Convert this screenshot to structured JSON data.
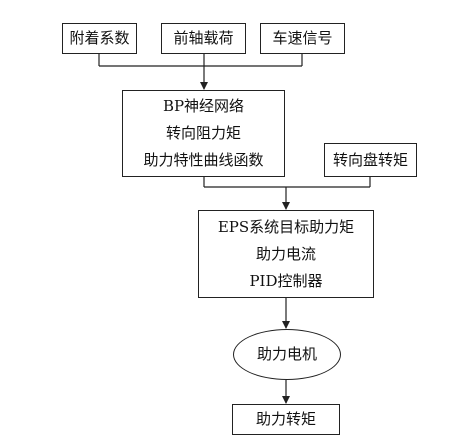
{
  "nodes": {
    "adhesion": {
      "label": "附着系数"
    },
    "front_axle_load": {
      "label": "前轴载荷"
    },
    "speed_signal": {
      "label": "车速信号"
    },
    "bp_network": {
      "lines": [
        "BP神经网络",
        "转向阻力矩",
        "助力特性曲线函数"
      ]
    },
    "steering_torque": {
      "label": "转向盘转矩"
    },
    "eps_target": {
      "lines": [
        "EPS系统目标助力矩",
        "助力电流",
        "PID控制器"
      ]
    },
    "assist_motor": {
      "label": "助力电机"
    },
    "assist_torque": {
      "label": "助力转矩"
    }
  }
}
